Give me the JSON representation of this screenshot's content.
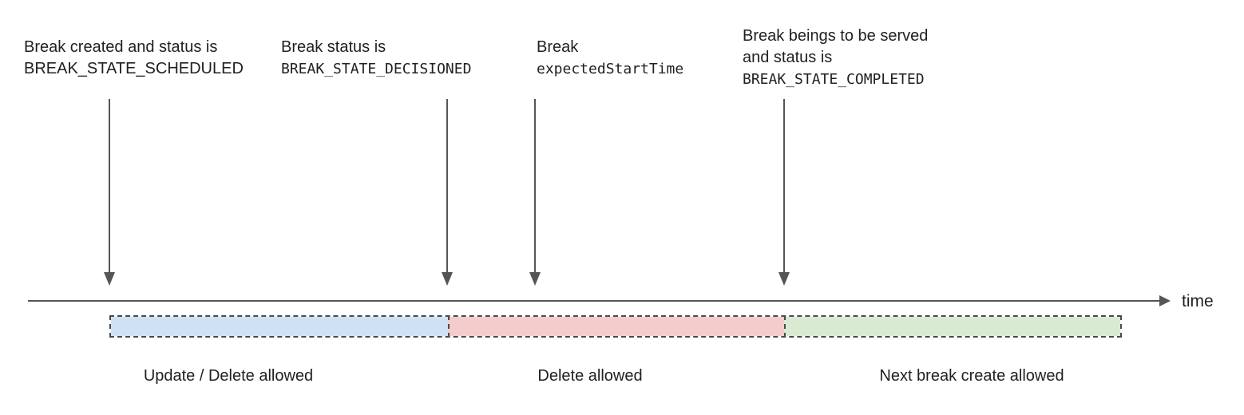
{
  "annotations": [
    {
      "name": "scheduled",
      "lines": [
        "Break created and status is",
        "BREAK_STATE_SCHEDULED"
      ]
    },
    {
      "name": "decisioned",
      "lines": [
        "Break status is",
        "BREAK_STATE_DECISIONED"
      ]
    },
    {
      "name": "expected-start",
      "lines": [
        "Break",
        "expectedStartTime"
      ]
    },
    {
      "name": "completed",
      "lines": [
        "Break beings to be served",
        "and status is",
        "BREAK_STATE_COMPLETED"
      ]
    }
  ],
  "timeline": {
    "axis_label": "time"
  },
  "segments": [
    {
      "label": "Update / Delete allowed",
      "color": "#cfe2f3"
    },
    {
      "label": "Delete allowed",
      "color": "#f4cccc"
    },
    {
      "label": "Next break create allowed",
      "color": "#d9ead3"
    }
  ],
  "colors": {
    "axis_and_arrows": "#555555",
    "dashed_border": "#4a4a4a",
    "text": "#202124",
    "background": "#ffffff"
  }
}
